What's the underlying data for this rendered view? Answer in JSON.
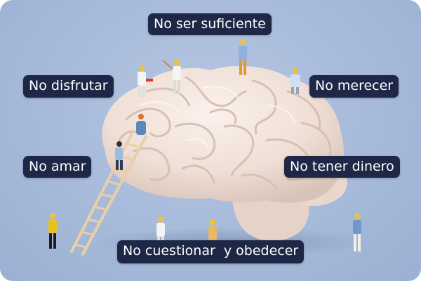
{
  "labels": {
    "top": "No ser suficiente",
    "left_top": "No disfrutar",
    "right_top": "No merecer",
    "left_mid": "No amar",
    "right_mid": "No tener dinero",
    "bottom": "No cuestionar  y obedecer"
  },
  "colors": {
    "background": "#a9bcdb",
    "label_background": "#1f2747",
    "label_text": "#ffffff",
    "brain": "#f0e2da"
  }
}
